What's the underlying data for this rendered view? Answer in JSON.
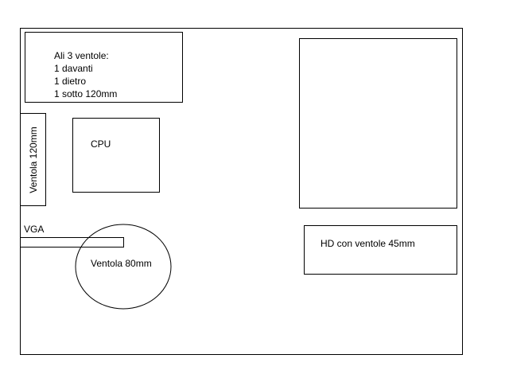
{
  "diagram": {
    "notes": {
      "lines": [
        "Ali 3 ventole:",
        "1 davanti",
        "1 dietro",
        "1 sotto 120mm"
      ]
    },
    "side_fan_label": "Ventola 120mm",
    "cpu_label": "CPU",
    "vga_label": "VGA",
    "fan80_label": "Ventola 80mm",
    "hd_label": "HD con ventole 45mm"
  }
}
